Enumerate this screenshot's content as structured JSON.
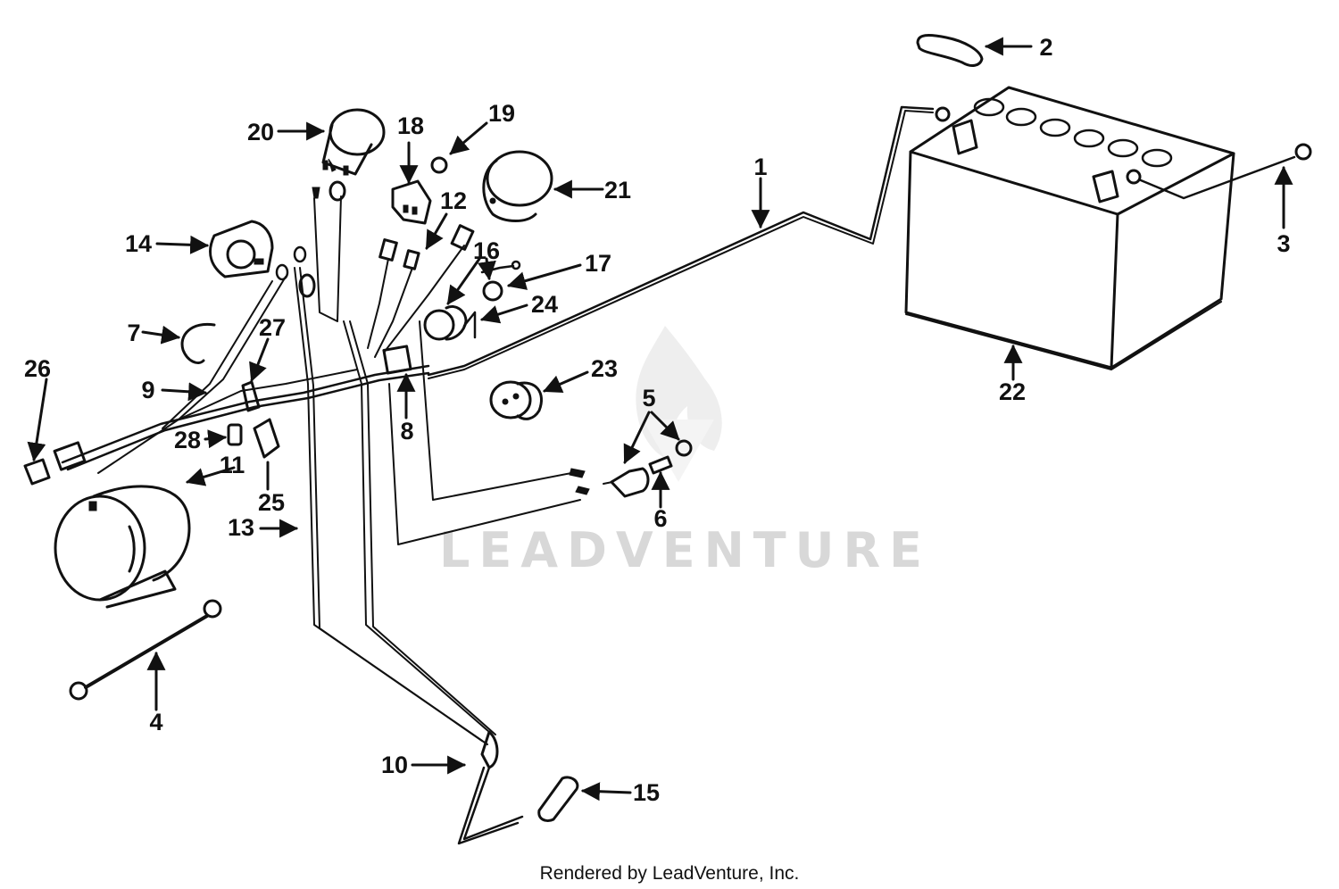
{
  "diagram": {
    "callouts": [
      "1",
      "2",
      "3",
      "4",
      "5",
      "6",
      "7",
      "8",
      "9",
      "10",
      "11",
      "12",
      "13",
      "14",
      "15",
      "16",
      "17",
      "18",
      "19",
      "20",
      "21",
      "22",
      "23",
      "24",
      "25",
      "26",
      "27",
      "28"
    ],
    "watermark": "LEADVENTURE",
    "credit": "Rendered by LeadVenture, Inc.",
    "ink_color": "#111111",
    "watermark_color": "#d8d8d8",
    "watermark_logo": "flame-logo-icon"
  }
}
